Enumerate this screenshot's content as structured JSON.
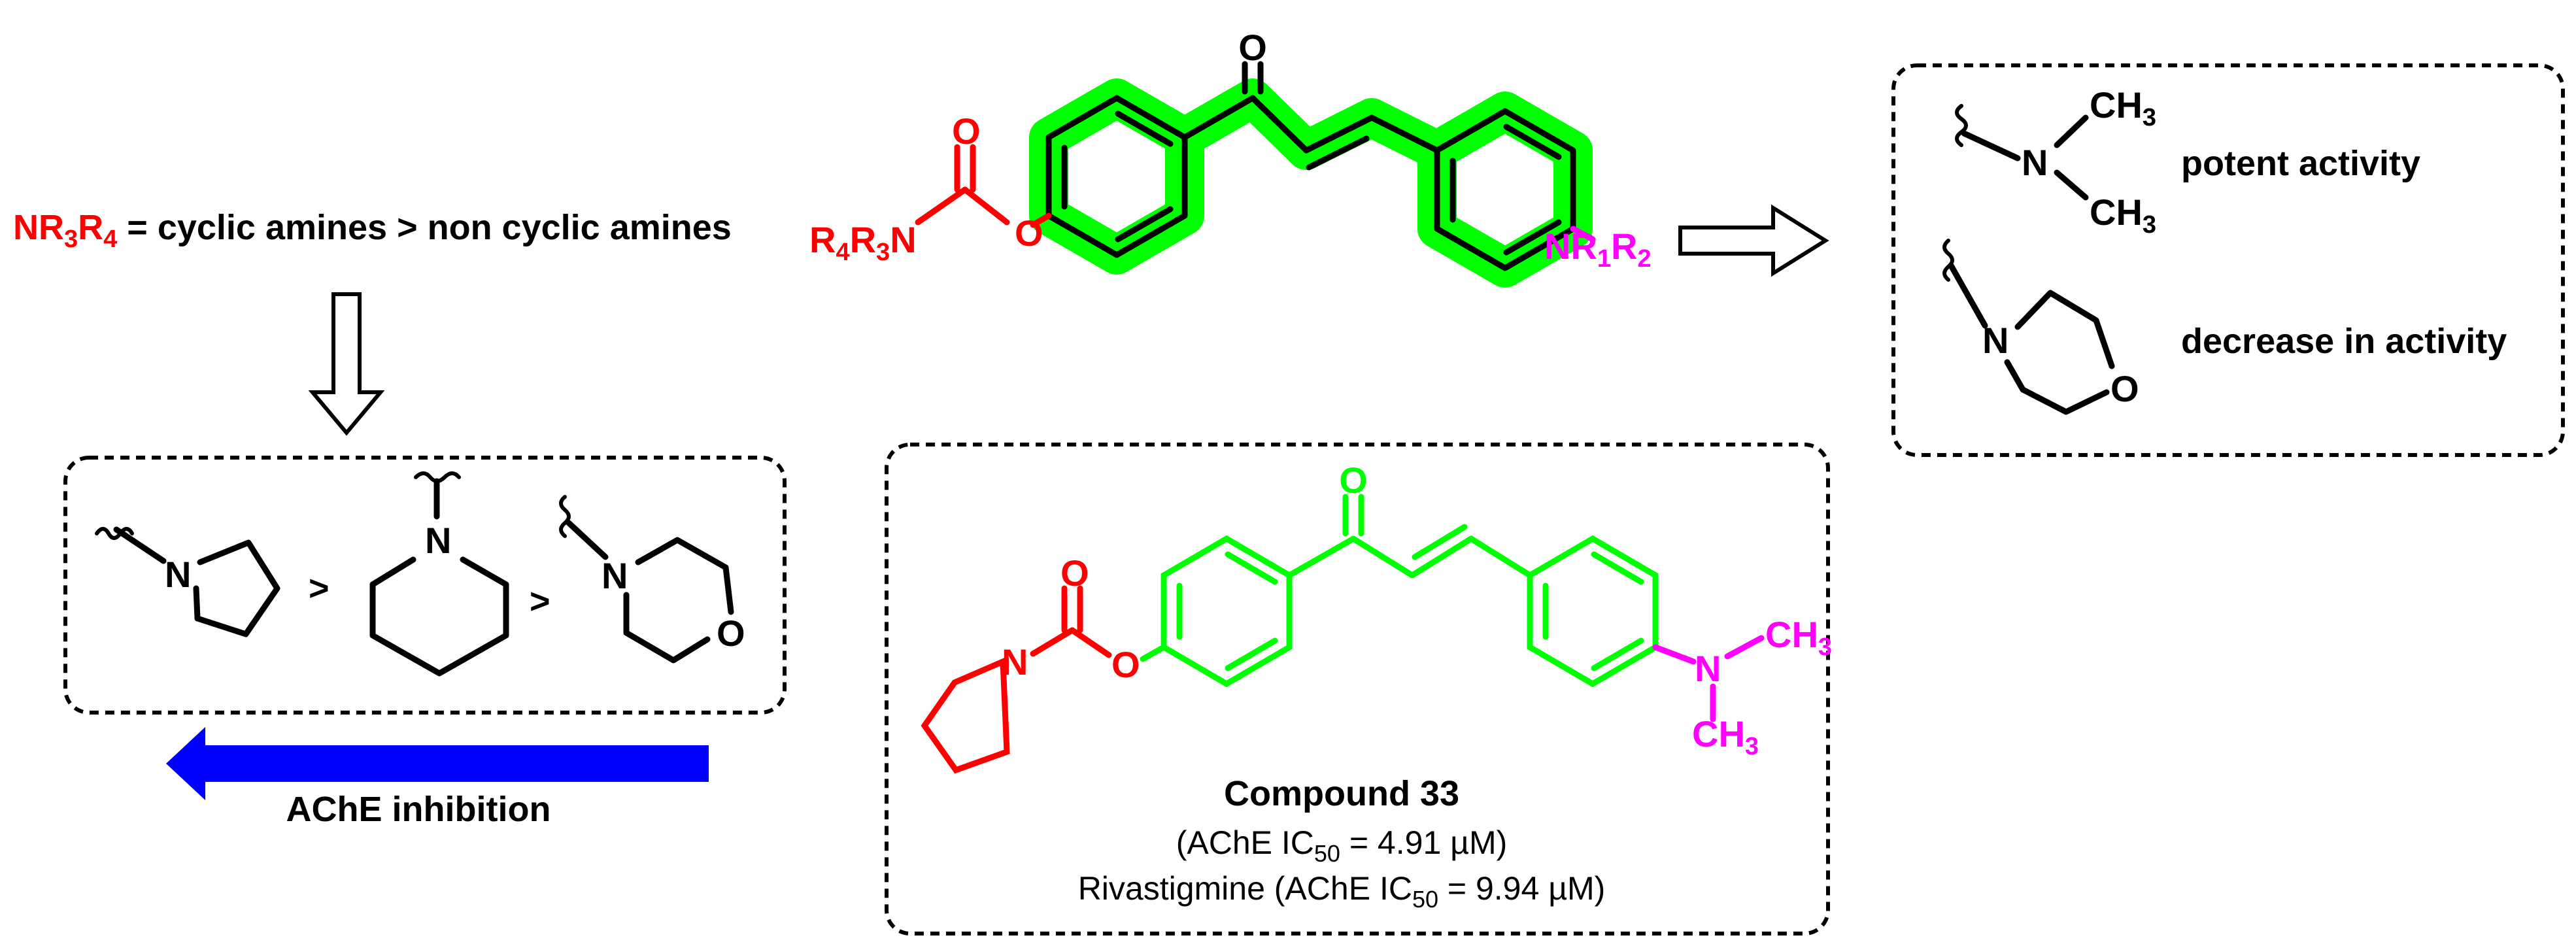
{
  "colors": {
    "red": "#ff0000",
    "green": "#00ff00",
    "magenta": "#ff00ff",
    "blue": "#0000ff",
    "black": "#000000"
  },
  "icons": [
    "right-hollow-arrow-icon",
    "down-hollow-arrow-icon",
    "left-blue-arrow-icon"
  ],
  "left_rule": {
    "prefix": "NR",
    "sub1": "3",
    "mid": "R",
    "sub2": "4",
    "text": " = cyclic amines > non cyclic amines"
  },
  "core": {
    "carbonyl_o": "O",
    "carbamate_o_top": "O",
    "carbamate_o_ring": "O",
    "left_amine": {
      "a": "R",
      "s1": "4",
      "b": "R",
      "s2": "3",
      "c": "N"
    },
    "right_amine": {
      "a": "NR",
      "s1": "1",
      "b": "R",
      "s2": "2"
    }
  },
  "order_box": {
    "amine1_n": "N",
    "amine2_n": "N",
    "amine3_n": "N",
    "amine3_o": "O",
    "sep1": ">",
    "sep2": ">"
  },
  "ache_arrow": {
    "label": "AChE inhibition"
  },
  "activity_box": {
    "dimethyl_n": "N",
    "ch3_top": {
      "text": "CH",
      "sub": "3"
    },
    "ch3_bottom": {
      "text": "CH",
      "sub": "3"
    },
    "row1_label": "potent activity",
    "morph_n": "N",
    "morph_o": "O",
    "row2_label": "decrease in activity"
  },
  "compound_box": {
    "carbonyl_o": "O",
    "carbamate_o_top": "O",
    "carbamate_o_ring": "O",
    "pyrrolidine_n": "N",
    "amine_n": "N",
    "ch3_top": {
      "text": "CH",
      "sub": "3"
    },
    "ch3_bottom": {
      "text": "CH",
      "sub": "3"
    },
    "name": "Compound 33",
    "ic50_line": {
      "pre": "(AChE IC",
      "sub": "50",
      "post": " = 4.91 µM)"
    },
    "reference_line": {
      "pre": "Rivastigmine (AChE IC",
      "sub": "50",
      "post": " = 9.94 µM)"
    }
  }
}
